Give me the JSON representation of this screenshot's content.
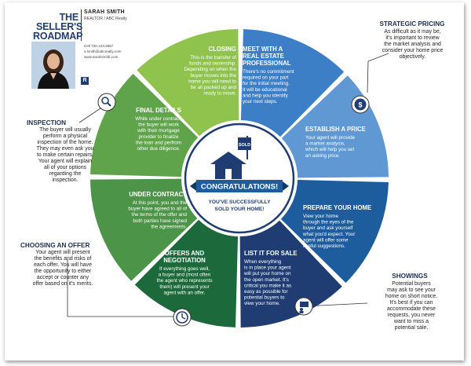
{
  "header": {
    "title_line1": "THE",
    "title_line2": "SELLER'S",
    "title_line3": "ROADMAP"
  },
  "agent": {
    "name": "SARAH SMITH",
    "role": "REALTOR / ABC Realty",
    "cell": "Cell 720.123.4567",
    "email": "s.smith@abcrealty.com",
    "website": "www.sarahsmith.com",
    "logo_letter": "R"
  },
  "center": {
    "sign_text": "SOLD",
    "banner": "CONGRATULATIONS!",
    "subtitle_line1": "YOU'VE SUCCESSFULLY",
    "subtitle_line2": "SOLD YOUR HOME!"
  },
  "segments": [
    {
      "id": "meet",
      "title": [
        "MEET WITH A",
        "REAL ESTATE",
        "PROFESSIONAL"
      ],
      "body": [
        "There's no commitment",
        "required on your part",
        "for the initial meeting.",
        "It will be educational",
        "and help you identify",
        "your next steps."
      ],
      "color": "#3d7fc6"
    },
    {
      "id": "price",
      "title": [
        "ESTABLISH A PRICE"
      ],
      "body": [
        "Your agent will provide",
        "a market analysis,",
        "which will help you set",
        "an asking price."
      ],
      "color": "#5f98d2"
    },
    {
      "id": "prepare",
      "title": [
        "PREPARE YOUR HOME"
      ],
      "body": [
        "View your home",
        "through the eyes of the",
        "buyer and ask yourself",
        "what you'd expect. Your",
        "agent will offer some",
        "useful suggestions."
      ],
      "color": "#1d5d9e"
    },
    {
      "id": "list",
      "title": [
        "LIST IT FOR SALE"
      ],
      "body": [
        "When everything",
        "is in place your agent",
        "will put your home on",
        "the open market. It's",
        "critical you make it as",
        "easy as possible for",
        "potential buyers to",
        "view your home."
      ],
      "color": "#1f3d73"
    },
    {
      "id": "offers",
      "title": [
        "OFFERS AND",
        "NEGOTIATION"
      ],
      "body": [
        "If everything goes well,",
        "a buyer and (most often",
        "the agent who represents",
        "them) will present your",
        "agent with an offer."
      ],
      "color": "#1c6a3c"
    },
    {
      "id": "contract",
      "title": [
        "UNDER CONTRACT"
      ],
      "body": [
        "At this point, you and the",
        "buyer have agreed to all of",
        "the terms of the offer and",
        "both parties have signed",
        "the agreements."
      ],
      "color": "#4c9447"
    },
    {
      "id": "final",
      "title": [
        "FINAL DETAILS"
      ],
      "body": [
        "While under contract,",
        "the buyer will work",
        "with their mortgage",
        "provider to finalize",
        "the loan and perfrom",
        "other due diligence."
      ],
      "color": "#5fa44a"
    },
    {
      "id": "closing",
      "title": [
        "CLOSING"
      ],
      "body": [
        "This is the transfer of",
        "funds and ownership.",
        "Depending on when the",
        "buyer moves into the",
        "home you will need to",
        "be all packed up and",
        "ready to move."
      ],
      "color": "#8fc34d"
    }
  ],
  "callouts": {
    "strategic": {
      "title": "STRATEGIC PRICING",
      "body": [
        "As difficult as it may be,",
        "it's important to review",
        "the market analysis and",
        "consider your home price",
        "objectively."
      ]
    },
    "inspection": {
      "title": "INSPECTION",
      "body": [
        "The buyer will usually",
        "perform a physical",
        "inspection of the home.",
        "They may even ask you",
        "to make certain repairs.",
        "Your agent will explain",
        "all of your options",
        "regarding the",
        "inspection."
      ]
    },
    "offer": {
      "title": "CHOOSING AN OFFER",
      "body": [
        "Your agent will present",
        "the benefits and risks of",
        "each offer. You will have",
        "the opportunity to either",
        "accept or counter any",
        "offer based on it's merits."
      ]
    },
    "showings": {
      "title": "SHOWINGS",
      "body": [
        "Potential buyers",
        "may ask to see your",
        "home on short notice.",
        "It's best if you can",
        "accommodate these",
        "requests, you never",
        "want to miss a",
        "potential sale."
      ]
    }
  },
  "icons": {
    "dollar": "$",
    "magnifier": "magnifier-icon",
    "clock": "clock-icon",
    "presenter": "presenter-icon"
  },
  "colors": {
    "navy": "#1f3d73",
    "banner": "#1d5d9e"
  }
}
